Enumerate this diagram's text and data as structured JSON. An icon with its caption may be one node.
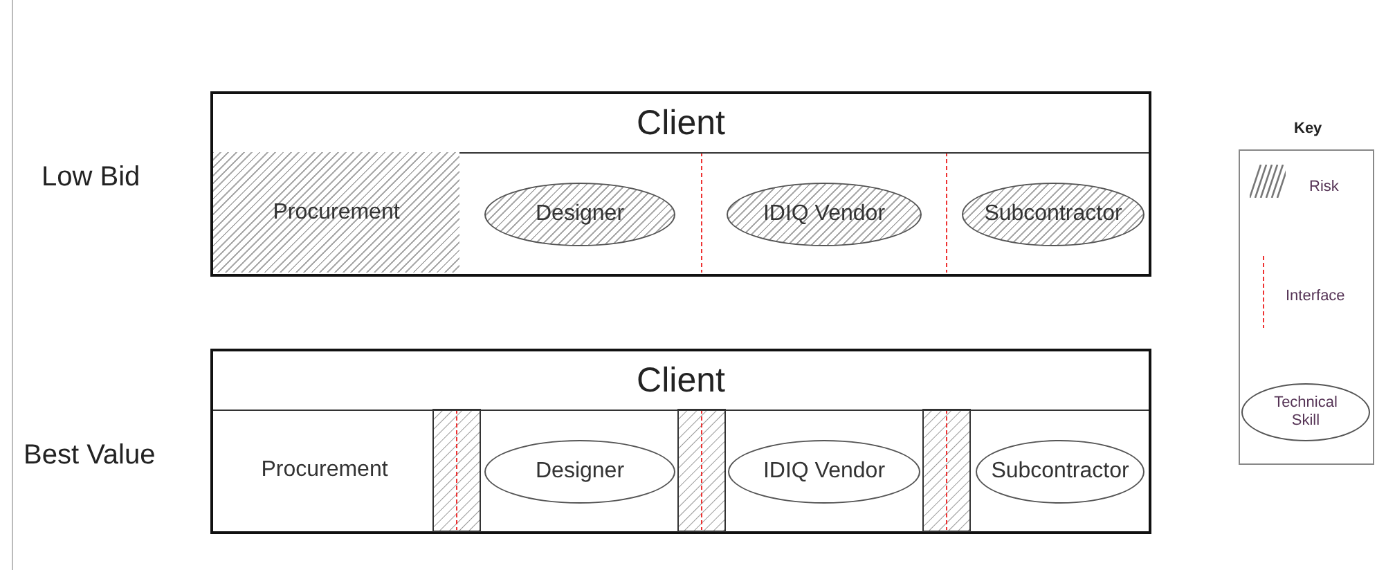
{
  "diagram": {
    "nodes": [
      {
        "text": [
          "Client"
        ]
      },
      {
        "text": [
          "Procurement"
        ],
        "in": 0
      },
      {
        "text": [
          "Designer"
        ],
        "in": 0
      },
      {
        "text": [
          "IDIQ Vendor"
        ],
        "in": 0
      },
      {
        "text": [
          "Subcontractor"
        ],
        "in": 0
      },
      {
        "text": [
          "Client"
        ]
      },
      {
        "text": [
          "Procurement"
        ],
        "in": 5
      },
      {
        "text": [
          "Designer"
        ],
        "in": 5
      },
      {
        "text": [
          "IDIQ Vendor"
        ],
        "in": 5
      },
      {
        "text": [
          "Subcontractor"
        ],
        "in": 5
      }
    ],
    "labels": [
      "Low Bid",
      "Best Value",
      "Key"
    ],
    "legend": [
      {
        "text": "Risk"
      },
      {
        "text": "Interface"
      },
      {
        "text": "Technical Skill"
      }
    ]
  }
}
